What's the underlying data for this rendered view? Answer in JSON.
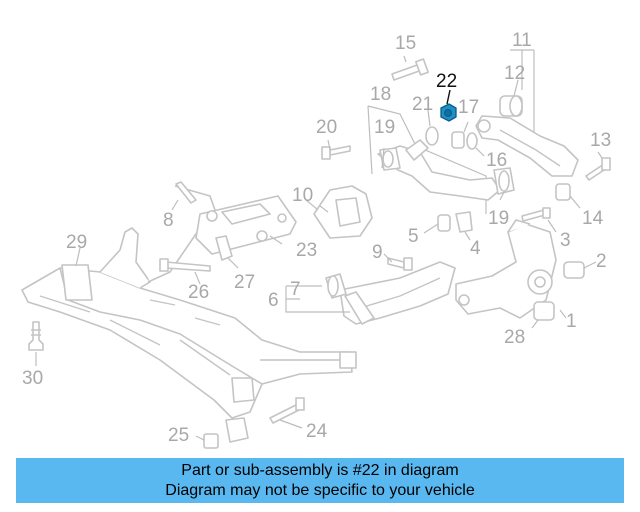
{
  "diagram": {
    "callouts": [
      {
        "id": "n1",
        "label": "1"
      },
      {
        "id": "n2",
        "label": "2"
      },
      {
        "id": "n3",
        "label": "3"
      },
      {
        "id": "n4",
        "label": "4"
      },
      {
        "id": "n5",
        "label": "5"
      },
      {
        "id": "n6",
        "label": "6"
      },
      {
        "id": "n7",
        "label": "7"
      },
      {
        "id": "n8",
        "label": "8"
      },
      {
        "id": "n9",
        "label": "9"
      },
      {
        "id": "n10",
        "label": "10"
      },
      {
        "id": "n11",
        "label": "11"
      },
      {
        "id": "n12",
        "label": "12"
      },
      {
        "id": "n13",
        "label": "13"
      },
      {
        "id": "n14",
        "label": "14"
      },
      {
        "id": "n15",
        "label": "15"
      },
      {
        "id": "n16",
        "label": "16"
      },
      {
        "id": "n17",
        "label": "17"
      },
      {
        "id": "n18",
        "label": "18"
      },
      {
        "id": "n19a",
        "label": "19"
      },
      {
        "id": "n19b",
        "label": "19"
      },
      {
        "id": "n20",
        "label": "20"
      },
      {
        "id": "n21",
        "label": "21"
      },
      {
        "id": "n22",
        "label": "22"
      },
      {
        "id": "n23",
        "label": "23"
      },
      {
        "id": "n24",
        "label": "24"
      },
      {
        "id": "n25",
        "label": "25"
      },
      {
        "id": "n26",
        "label": "26"
      },
      {
        "id": "n27",
        "label": "27"
      },
      {
        "id": "n28",
        "label": "28"
      },
      {
        "id": "n29",
        "label": "29"
      },
      {
        "id": "n30",
        "label": "30"
      }
    ],
    "highlighted_part": "22",
    "highlight_color": "#1e90c8",
    "label_color": "#a8a8a8"
  },
  "banner": {
    "line1": "Part or sub-assembly is #22 in diagram",
    "line2": "Diagram may not be specific to your vehicle",
    "background": "#5ab8f0"
  }
}
